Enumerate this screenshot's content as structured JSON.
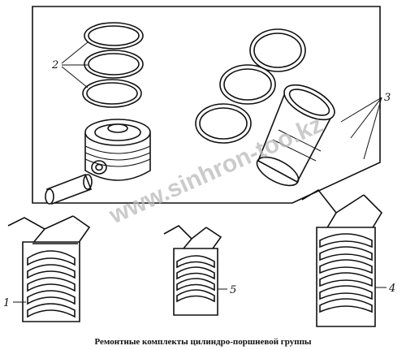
{
  "caption": "Ремонтные комплекты цилиндро-поршневой группы",
  "watermark": "www.sinhron-too.kz",
  "colors": {
    "ink": "#111111",
    "background": "#ffffff",
    "watermark": "#b9b9b9"
  },
  "labels": {
    "rings": "2",
    "liner_set": "3",
    "bearing_large": "4",
    "bearing_small": "5",
    "bearing_left": "1"
  }
}
